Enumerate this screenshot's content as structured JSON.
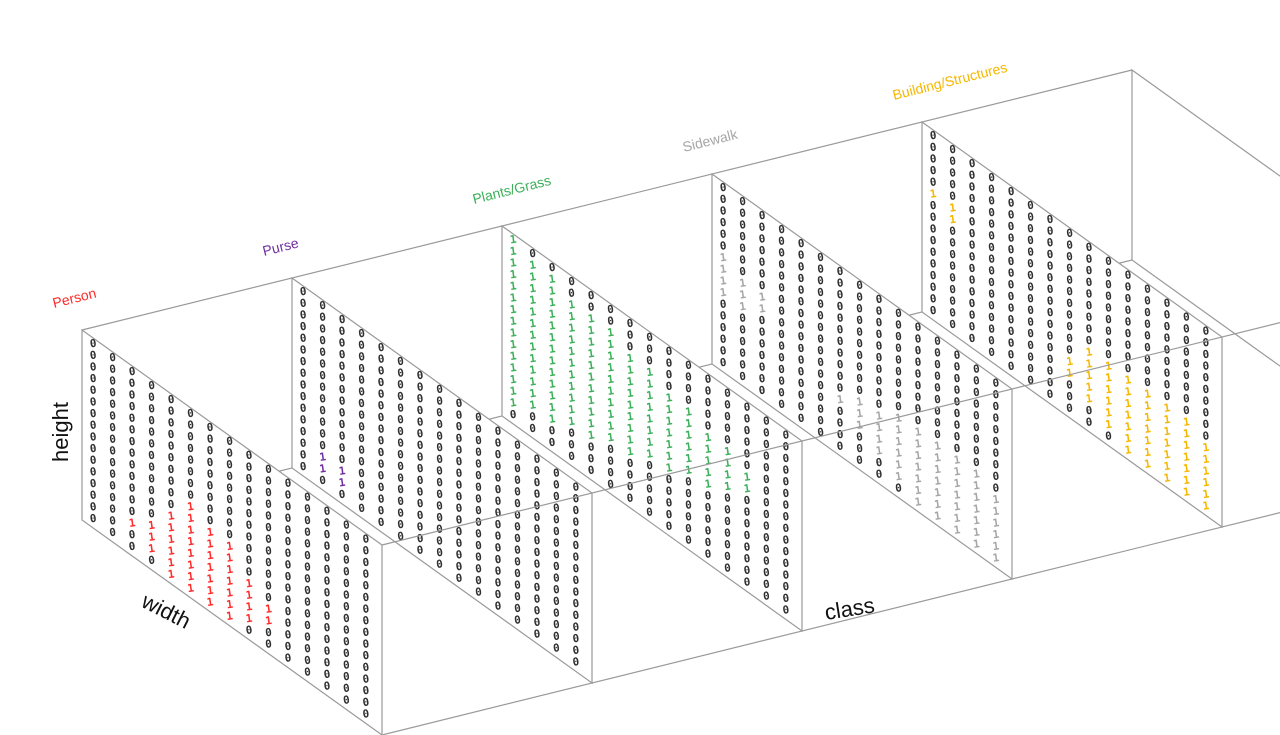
{
  "axes": {
    "height": "height",
    "width": "width",
    "class": "class"
  },
  "classes": [
    {
      "label": "Person",
      "color": "#ff2a2a",
      "mask": [
        "000000000000000",
        "000000000000000",
        "000000000000000",
        "000000000000000",
        "000000000000000",
        "000000000000000",
        "000000000000000",
        "000000000000000",
        "000001000000000",
        "000001110000000",
        "000011110000000",
        "000011111000000",
        "000111111100000",
        "001111111100000",
        "000111111000000",
        "000011110000000"
      ]
    },
    {
      "label": "Purse",
      "color": "#7030a0",
      "mask": [
        "000000000000000",
        "000000000000000",
        "000000000000000",
        "000000000000000",
        "000000000000000",
        "000000000000000",
        "000000000000000",
        "000000000000000",
        "000000000000000",
        "000000000000000",
        "000000000000000",
        "000000000000000",
        "000000000000000",
        "011000000000000",
        "011000000000000",
        "000000000000000"
      ]
    },
    {
      "label": "Plants/Grass",
      "color": "#3cb05a",
      "mask": [
        "100000000000000",
        "111000000000000",
        "111111000000000",
        "111111110000000",
        "111111111100000",
        "111111111111000",
        "111111111111100",
        "111111111111100",
        "111111111111000",
        "111111111110000",
        "111111111000000",
        "111111100000000",
        "111110000000000",
        "111000000000000",
        "100000000000000",
        "000000000000000"
      ]
    },
    {
      "label": "Sidewalk",
      "color": "#a6a6a6",
      "mask": [
        "000000000000000",
        "000000000000000",
        "000000000000000",
        "000000000000000",
        "000000000000000",
        "000000000000000",
        "100000000000000",
        "111000000000000",
        "111000000000000",
        "110000000111110",
        "000000011111111",
        "000000111111111",
        "000000011111111",
        "000000001111111",
        "000000000111111",
        "000000000011111"
      ]
    },
    {
      "label": "Building/Structures",
      "color": "#f5b700",
      "mask": [
        "000000000000000",
        "000000000000000",
        "000000000000000",
        "000000000000000",
        "000000000000000",
        "110000000000000",
        "010000000000000",
        "000000000000000",
        "000000000000000",
        "000000001111110",
        "000000001111111",
        "000000011111111",
        "000000011111111",
        "000000001111111",
        "000000000111111",
        "000000000011111"
      ]
    }
  ]
}
